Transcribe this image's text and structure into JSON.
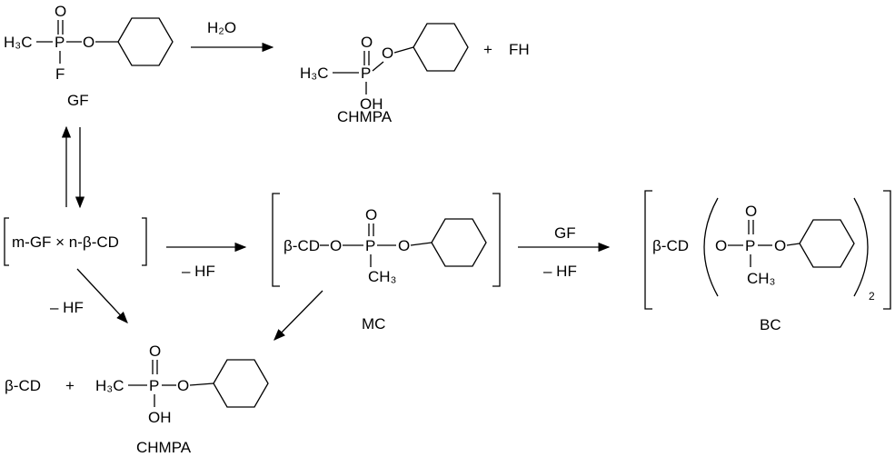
{
  "atoms": {
    "O": "O",
    "P": "P",
    "F": "F",
    "OH": "OH",
    "methyl_left": "H₃C",
    "methyl_down": "CH₃"
  },
  "top": {
    "gf_label": "GF",
    "reagent": "H₂O",
    "product_label": "CHMPA",
    "plus": "+",
    "byproduct": "FH"
  },
  "middle": {
    "complex": "m-GF × n-β-CD",
    "arrow1_below": "– HF",
    "mc_prefix": "β-CD",
    "mc_label": "MC",
    "arrow2_above": "GF",
    "arrow2_below": "– HF",
    "bc_prefix": "β-CD",
    "bc_subscript": "2",
    "bc_label": "BC"
  },
  "bottom": {
    "diag_below": "– HF",
    "bcd": "β-CD",
    "plus": "+",
    "product_label": "CHMPA"
  }
}
